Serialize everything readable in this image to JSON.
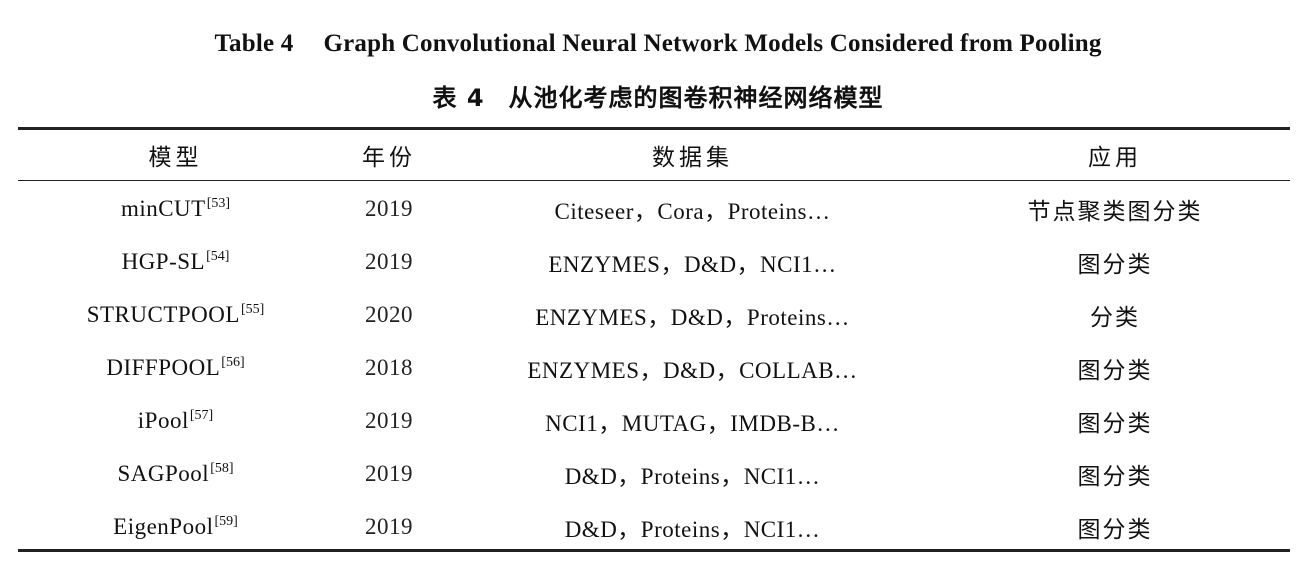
{
  "caption": {
    "en_label": "Table 4",
    "en_title": "Graph Convolutional Neural Network Models Considered from Pooling",
    "zh_label": "表 4",
    "zh_title": "从池化考虑的图卷积神经网络模型"
  },
  "table": {
    "headers": [
      "模型",
      "年份",
      "数据集",
      "应用"
    ],
    "rows": [
      {
        "model": "minCUT",
        "ref": "[53]",
        "year": "2019",
        "datasets": "Citeseer，Cora，Proteins…",
        "application": "节点聚类图分类"
      },
      {
        "model": "HGP-SL",
        "ref": "[54]",
        "year": "2019",
        "datasets": "ENZYMES，D&D，NCI1…",
        "application": "图分类"
      },
      {
        "model": "STRUCTPOOL",
        "ref": "[55]",
        "year": "2020",
        "datasets": "ENZYMES，D&D，Proteins…",
        "application": "分类"
      },
      {
        "model": "DIFFPOOL",
        "ref": "[56]",
        "year": "2018",
        "datasets": "ENZYMES，D&D，COLLAB…",
        "application": "图分类"
      },
      {
        "model": "iPool",
        "ref": "[57]",
        "year": "2019",
        "datasets": "NCI1，MUTAG，IMDB-B…",
        "application": "图分类"
      },
      {
        "model": "SAGPool",
        "ref": "[58]",
        "year": "2019",
        "datasets": "D&D，Proteins，NCI1…",
        "application": "图分类"
      },
      {
        "model": "EigenPool",
        "ref": "[59]",
        "year": "2019",
        "datasets": "D&D，Proteins，NCI1…",
        "application": "图分类"
      }
    ]
  }
}
